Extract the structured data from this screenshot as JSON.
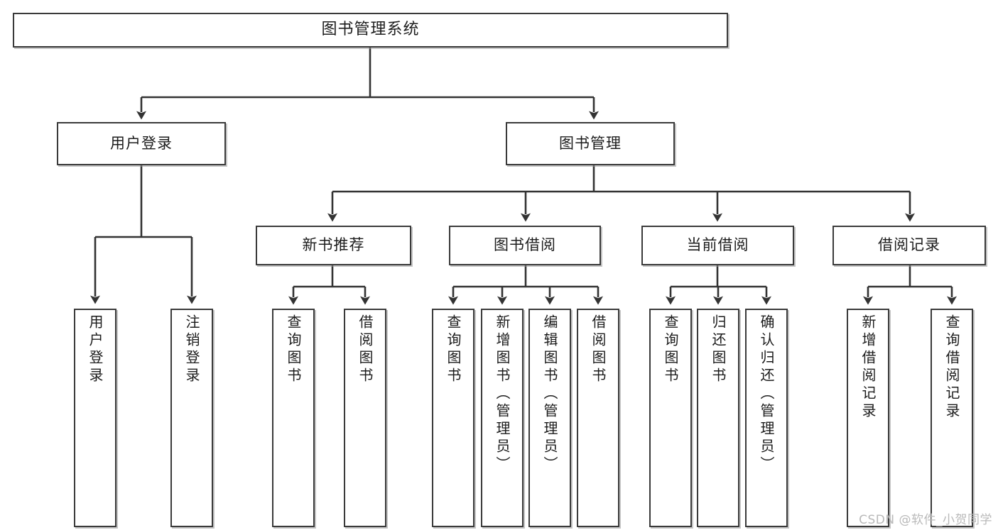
{
  "diagram": {
    "title": "图书管理系统",
    "type": "hierarchy-tree",
    "root": {
      "label": "图书管理系统"
    },
    "level2": [
      {
        "label": "用户登录"
      },
      {
        "label": "图书管理"
      }
    ],
    "level3": [
      {
        "label": "新书推荐"
      },
      {
        "label": "图书借阅"
      },
      {
        "label": "当前借阅"
      },
      {
        "label": "借阅记录"
      }
    ],
    "leaves": {
      "user_login": [
        {
          "label": "用户登录"
        },
        {
          "label": "注销登录"
        }
      ],
      "new_book_recommend": [
        {
          "label": "查询图书"
        },
        {
          "label": "借阅图书"
        }
      ],
      "book_borrow": [
        {
          "label": "查询图书"
        },
        {
          "label": "新增图书（管理员）"
        },
        {
          "label": "编辑图书（管理员）"
        },
        {
          "label": "借阅图书"
        }
      ],
      "current_borrow": [
        {
          "label": "查询图书"
        },
        {
          "label": "归还图书"
        },
        {
          "label": "确认归还（管理员）"
        }
      ],
      "borrow_records": [
        {
          "label": "新增借阅记录"
        },
        {
          "label": "查询借阅记录"
        }
      ]
    }
  },
  "watermark": {
    "text": "CSDN @软件_小贺同学"
  },
  "colors": {
    "border": "#3a3a3a",
    "text": "#1c1c1c",
    "background": "#ffffff",
    "watermark": "#b9b9b9",
    "connector": "#333333"
  }
}
